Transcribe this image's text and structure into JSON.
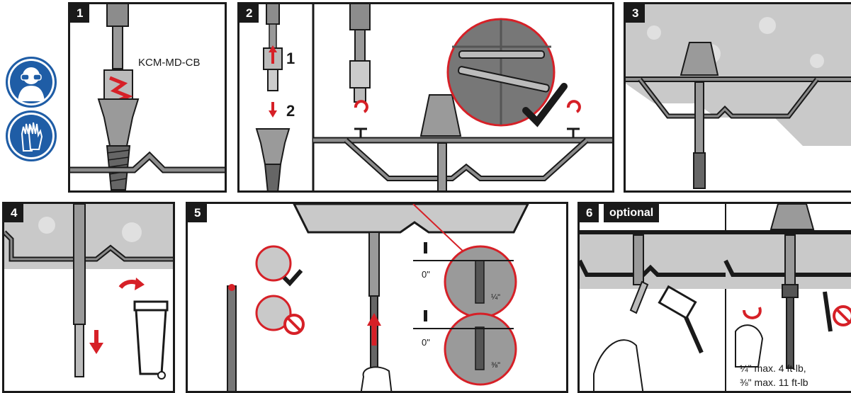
{
  "safety": {
    "icons": [
      "eye-protection-icon",
      "gloves-icon"
    ],
    "color": "#1f5da6"
  },
  "steps": [
    {
      "number": "1",
      "label": "KCM-MD-CB"
    },
    {
      "number": "2",
      "sub_steps": [
        "1",
        "2"
      ]
    },
    {
      "number": "3"
    },
    {
      "number": "4"
    },
    {
      "number": "5",
      "gaps": [
        "0\"",
        "0\""
      ],
      "sizes": [
        "¼\"",
        "⅜\""
      ]
    },
    {
      "number": "6",
      "badge": "optional",
      "torque": [
        "¼\" max. 4 ft-lb,",
        "⅜\" max. 11 ft-lb"
      ]
    }
  ],
  "colors": {
    "ink": "#1a1a1a",
    "metal": "#8c8c8c",
    "concrete": "#c9c9c9",
    "accent": "#d62027",
    "check": "#1a1a1a"
  }
}
